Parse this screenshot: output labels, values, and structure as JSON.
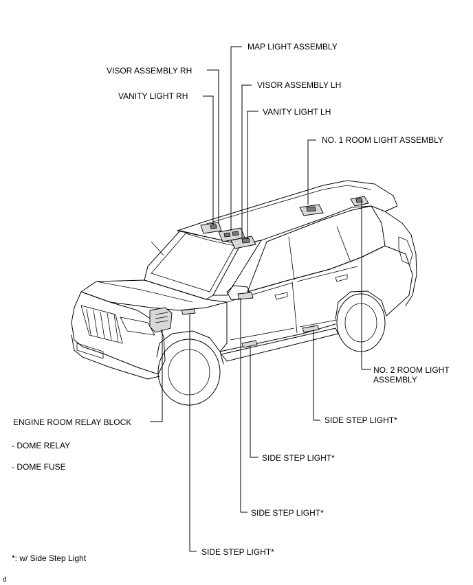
{
  "labels": {
    "map_light_assembly": "MAP LIGHT ASSEMBLY",
    "visor_assembly_rh": "VISOR ASSEMBLY RH",
    "visor_assembly_lh": "VISOR ASSEMBLY LH",
    "vanity_light_rh": "VANITY LIGHT RH",
    "vanity_light_lh": "VANITY LIGHT LH",
    "no1_room_light_assembly": "NO. 1 ROOM LIGHT ASSEMBLY",
    "no2_room_light_line1": "NO. 2 ROOM LIGHT",
    "no2_room_light_line2": "ASSEMBLY",
    "engine_room_relay_block": "ENGINE ROOM RELAY BLOCK",
    "dome_relay": "- DOME RELAY",
    "dome_fuse": "- DOME FUSE",
    "side_step_light_1": "SIDE STEP LIGHT*",
    "side_step_light_2": "SIDE STEP LIGHT*",
    "side_step_light_3": "SIDE STEP LIGHT*",
    "side_step_light_4": "SIDE STEP LIGHT*"
  },
  "footnote": "*: w/ Side Step Light",
  "corner_mark": "d"
}
